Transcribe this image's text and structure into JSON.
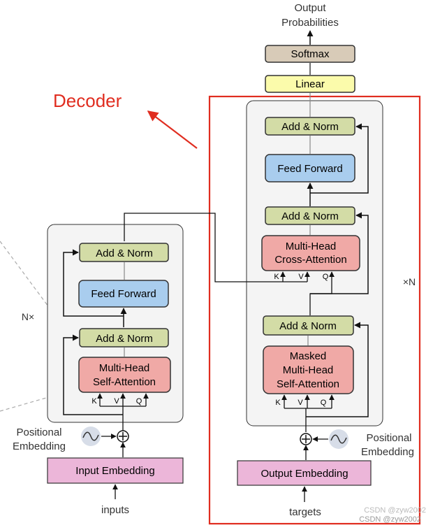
{
  "decoder_annotation": {
    "label": "Decoder",
    "color": "#e02d20"
  },
  "output": {
    "title_line1": "Output",
    "title_line2": "Probabilities",
    "softmax": "Softmax",
    "linear": "Linear"
  },
  "encoder": {
    "repeat_label": "N×",
    "add_norm_top": "Add & Norm",
    "feed_forward": "Feed Forward",
    "add_norm_bottom": "Add & Norm",
    "attention_line1": "Multi-Head",
    "attention_line2": "Self-Attention",
    "k": "K",
    "v": "V",
    "q": "Q",
    "pos_emb_line1": "Positional",
    "pos_emb_line2": "Embedding",
    "input_embedding": "Input Embedding",
    "inputs": "inputs"
  },
  "decoder": {
    "repeat_label": "×N",
    "add_norm_top": "Add & Norm",
    "feed_forward": "Feed Forward",
    "add_norm_mid": "Add & Norm",
    "cross_line1": "Multi-Head",
    "cross_line2": "Cross-Attention",
    "add_norm_bottom": "Add & Norm",
    "masked_line1": "Masked",
    "masked_line2": "Multi-Head",
    "masked_line3": "Self-Attention",
    "k": "K",
    "v": "V",
    "q": "Q",
    "pos_emb_line1": "Positional",
    "pos_emb_line2": "Embedding",
    "output_embedding": "Output Embedding",
    "targets": "targets"
  },
  "watermark": "CSDN @zyw2002",
  "colors": {
    "add_norm": "#d3dca6",
    "feed_forward": "#a9cdee",
    "attention": "#f0a9a6",
    "embedding": "#ecb6d9",
    "softmax": "#d8cbb8",
    "linear": "#fbfbab",
    "panel": "#f4f4f4",
    "decoder_frame": "#e02d20"
  }
}
